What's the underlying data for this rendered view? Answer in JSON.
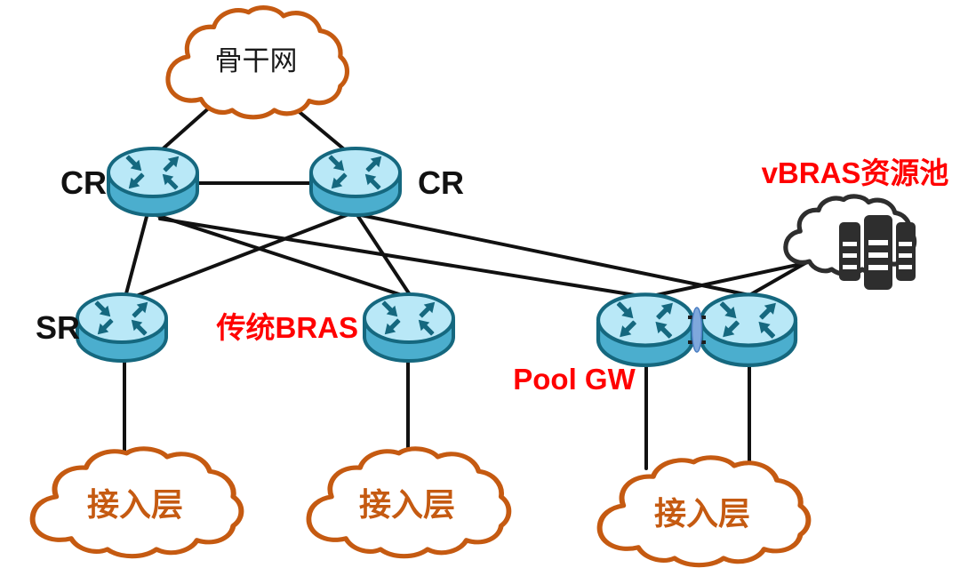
{
  "diagram_type": "network-topology",
  "nodes": {
    "backbone_cloud": {
      "label": "骨干网",
      "type": "cloud"
    },
    "cr_left": {
      "label": "CR",
      "type": "router"
    },
    "cr_right": {
      "label": "CR",
      "type": "router"
    },
    "sr": {
      "label": "SR",
      "type": "router"
    },
    "legacy_bras": {
      "label": "传统BRAS",
      "type": "router"
    },
    "pool_gw": {
      "label": "Pool GW",
      "type": "router-pair"
    },
    "vbras_pool": {
      "label": "vBRAS资源池",
      "type": "cloud-with-servers"
    },
    "access_cloud_left": {
      "label": "接入层",
      "type": "cloud"
    },
    "access_cloud_middle": {
      "label": "接入层",
      "type": "cloud"
    },
    "access_cloud_right": {
      "label": "接入层",
      "type": "cloud"
    }
  },
  "links": [
    {
      "from": "backbone_cloud",
      "to": "cr_left"
    },
    {
      "from": "backbone_cloud",
      "to": "cr_right"
    },
    {
      "from": "cr_left",
      "to": "cr_right"
    },
    {
      "from": "cr_left",
      "to": "sr"
    },
    {
      "from": "cr_left",
      "to": "legacy_bras"
    },
    {
      "from": "cr_left",
      "to": "pool_gw_left"
    },
    {
      "from": "cr_right",
      "to": "sr"
    },
    {
      "from": "cr_right",
      "to": "legacy_bras"
    },
    {
      "from": "cr_right",
      "to": "pool_gw_right"
    },
    {
      "from": "vbras_pool",
      "to": "pool_gw_left"
    },
    {
      "from": "vbras_pool",
      "to": "pool_gw_right"
    },
    {
      "from": "pool_gw_left",
      "to": "pool_gw_right",
      "style": "lag-bundle"
    },
    {
      "from": "sr",
      "to": "access_cloud_left"
    },
    {
      "from": "legacy_bras",
      "to": "access_cloud_middle"
    },
    {
      "from": "pool_gw_left",
      "to": "access_cloud_right"
    },
    {
      "from": "pool_gw_right",
      "to": "access_cloud_right"
    }
  ],
  "colors": {
    "link": "#111111",
    "cloud_outline_orange": "#C55A11",
    "label_red": "#FF0000",
    "label_black": "#111111",
    "label_orange": "#C55A11",
    "router_top": "#B9E8F7",
    "router_body": "#4BAECE",
    "router_outline": "#15687F",
    "dark_gray": "#2E2E2E",
    "lag_fill": "#7FA8DC"
  }
}
